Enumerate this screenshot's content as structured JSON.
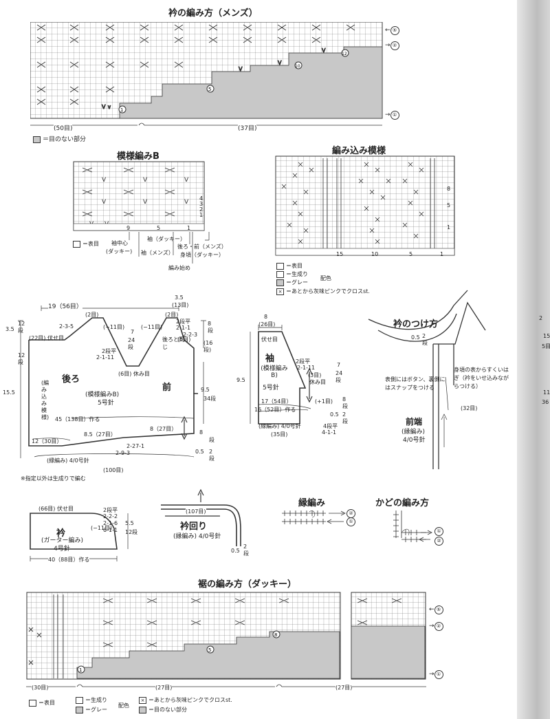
{
  "collar_mens": {
    "title": "衿の編み方（メンズ）",
    "count_left": "(50目)",
    "count_right": "(37目)",
    "legend_no_stitch": "＝目のない部分",
    "row_markers": [
      "⑤",
      "②",
      "①"
    ],
    "step_markers": [
      "⑫",
      "⑩",
      "⑤",
      "①"
    ]
  },
  "pattern_b": {
    "title": "模様編みB",
    "col_numbers": [
      "9",
      "5",
      "1"
    ],
    "row_numbers": [
      "4",
      "3",
      "2",
      "1"
    ],
    "legend_knit": "＝表目",
    "labels": {
      "sleeve_center": "袖中心",
      "sleeve_center_sub": "(ダッキー)",
      "sleeve_duckie": "袖（ダッキー）",
      "sleeve_mens": "袖（メンズ）",
      "back_front": "後ろ・前（メンズ）",
      "body": "身頃（ダッキー）",
      "start": "編み始め"
    }
  },
  "intarsia": {
    "title": "編み込み模様",
    "col_numbers": [
      "15",
      "10",
      "5",
      "1"
    ],
    "row_numbers": [
      "8",
      "5",
      "1"
    ],
    "legend": [
      "＝表目",
      "＝生成り",
      "＝グレー",
      "＝あとから灰味ピンクでクロスst."
    ],
    "legend_group": "配色"
  },
  "body_schematic": {
    "top_width": "19（56目）",
    "shoulder_top": "(2目)",
    "shoulder_steps_left": "2-3-5",
    "neck_step_left": "(−11目)",
    "neck_step_right": "(−11目)",
    "shoulder_top_right": "(2目)",
    "right_steps": [
      "2段平",
      "2-1-1",
      "2-2-3"
    ],
    "dim_3_5_top": "3.5",
    "dim_13_top": "(13目)",
    "dim_3_5_left": "3.5",
    "dim_12dan": "12段",
    "bind_off_22": "(22目) 伏せ目",
    "dim_12dan_2": "12段",
    "back_label": "後ろ",
    "knit_intarsia": "(編み込み模様)",
    "neck_steps": [
      "2段平",
      "2-1-11"
    ],
    "dim_7": "7",
    "dim_24dan": "24段",
    "same_as_back": "後ろと同じ",
    "rest_6": "(6目) 休み目",
    "pattern_b_label": "(模様編みB)",
    "needle_5": "5号針",
    "front_label": "前",
    "dim_5_target": "(5目)",
    "dim_8_16dan": "8段",
    "dim_16dan": "(16段)",
    "dim_9_5": "9.5",
    "dim_34dan": "34段",
    "dim_15_5": "15.5",
    "make_45": "45（138目）作る",
    "dim_8_5": "8.5（27目）",
    "dim_8_27": "8（27目）",
    "dim_12_30": "12（30目）",
    "steps_bottom": [
      "2-27-1",
      "2-9-3"
    ],
    "dim_8_bottom": "8",
    "dim_8dan_bottom": "段",
    "dim_0_5": "0.5",
    "dim_2dan": "2段",
    "rib": "(縁編み) 4/0号針",
    "bottom_width": "(100目)",
    "note": "※指定以外は生成りで編む"
  },
  "sleeve_schematic": {
    "dim_8": "8",
    "dim_26": "(26目)",
    "bind_off": "伏せ目",
    "label_sleeve": "袖",
    "label_pattern": "(模様編みB)",
    "needle": "5号針",
    "steps": [
      "2段平",
      "2-1-11",
      "(3目)",
      "休み目"
    ],
    "dim_9_5": "9.5",
    "dim_7": "7",
    "dim_24dan": "24段",
    "dim_17": "17（54目）",
    "dim_16": "16（52目）作る",
    "plus1": "(+1目)",
    "dim_8dan": "8段",
    "dim_2dan": "2段",
    "dim_0_5": "0.5",
    "rib": "(縁編み) 4/0号針",
    "width_35": "(35目)",
    "steps_4": [
      "4段平",
      "4-1-1"
    ]
  },
  "collar_attach": {
    "title": "衿のつけ方",
    "dim_0_5": "0.5",
    "dim_2dan": "2段",
    "note_button": "表側にはボタン、裏側にはスナップをつける",
    "note_body": "身頃の表からすくいはぎ（衿をいせ込みながらつける）",
    "count_32": "(32目)",
    "front_edge": "前端",
    "rib": "(縁編み)",
    "needle": "4/0号針"
  },
  "collar_piece": {
    "bind_off": "(66目) 伏せ目",
    "steps": [
      "2段平",
      "2-2-2",
      "2-1-6",
      "6-1-1"
    ],
    "minus11": "(−11目)",
    "dim_5_5": "5.5",
    "dim_12dan": "12段",
    "label": "衿",
    "pattern": "(ガーター編み)",
    "needle": "4号針",
    "width": "40（88目）作る"
  },
  "collar_edge": {
    "count": "(107目)",
    "label": "衿回り",
    "pattern": "(縁編み) 4/0号針",
    "dim_0_5": "0.5",
    "dim_2dan": "2段"
  },
  "rib_pattern": {
    "title": "縁編み",
    "rows": [
      "②",
      "①"
    ]
  },
  "corner_pattern": {
    "title": "かどの編み方",
    "rows": [
      "①",
      "②"
    ]
  },
  "hem_duckie": {
    "title": "裾の編み方（ダッキー）",
    "count_left": "(30目)",
    "count_mid": "(27目)",
    "count_right": "(27目)",
    "row_markers": [
      "⑤",
      "②",
      "①"
    ],
    "step_markers": [
      "⑧",
      "⑤",
      "①"
    ],
    "legend": [
      "＝表目",
      "＝生成り",
      "＝グレー",
      "＝あとから灰味ピンクでクロスst.",
      "＝目のない部分"
    ],
    "legend_group": "配色"
  },
  "margin_marks": [
    "2",
    "15",
    "5目",
    "11",
    "36"
  ],
  "colors": {
    "shade": "#c8c8c8",
    "line": "#333333",
    "paper": "#ffffff"
  }
}
